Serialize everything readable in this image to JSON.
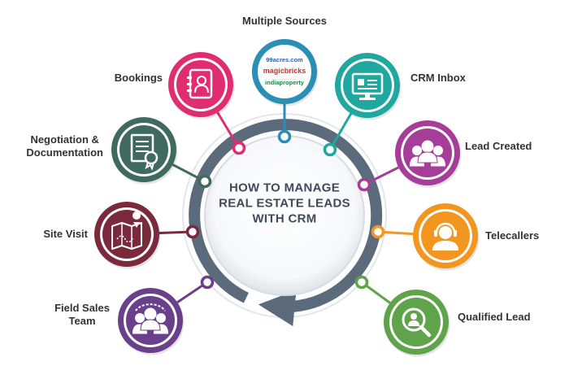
{
  "center": {
    "title_lines": [
      "HOW TO MANAGE",
      "REAL ESTATE LEADS",
      "WITH CRM"
    ]
  },
  "stages": [
    {
      "key": "multiple-sources",
      "label_lines": [
        "Multiple Sources"
      ],
      "color": "#2b8fb5",
      "icon": "lead-source-logos-icon",
      "logos": [
        "99acres.com",
        "magicbricks",
        "indiaproperty"
      ]
    },
    {
      "key": "crm-inbox",
      "label_lines": [
        "CRM Inbox"
      ],
      "color": "#1fa7a0",
      "icon": "computer-monitor-icon"
    },
    {
      "key": "lead-created",
      "label_lines": [
        "Lead Created"
      ],
      "color": "#a63d99",
      "icon": "people-group-icon"
    },
    {
      "key": "telecallers",
      "label_lines": [
        "Telecallers"
      ],
      "color": "#f3961f",
      "icon": "headset-agent-icon"
    },
    {
      "key": "qualified-lead",
      "label_lines": [
        "Qualified Lead"
      ],
      "color": "#5fa34a",
      "icon": "magnify-person-icon"
    },
    {
      "key": "field-sales-team",
      "label_lines": [
        "Field Sales",
        "Team"
      ],
      "color": "#6a3f8c",
      "icon": "team-group-icon"
    },
    {
      "key": "site-visit",
      "label_lines": [
        "Site Visit"
      ],
      "color": "#7b2a3d",
      "icon": "map-pin-icon"
    },
    {
      "key": "negotiation-documentation",
      "label_lines": [
        "Negotiation &",
        "Documentation"
      ],
      "color": "#3f6a5e",
      "icon": "certificate-document-icon"
    },
    {
      "key": "bookings",
      "label_lines": [
        "Bookings"
      ],
      "color": "#e02d70",
      "icon": "address-book-icon"
    }
  ],
  "colors": {
    "ring": "#5b6b7c",
    "ring_light": "#e3e7ec",
    "title": "#3f4a5a",
    "label": "#333333"
  }
}
